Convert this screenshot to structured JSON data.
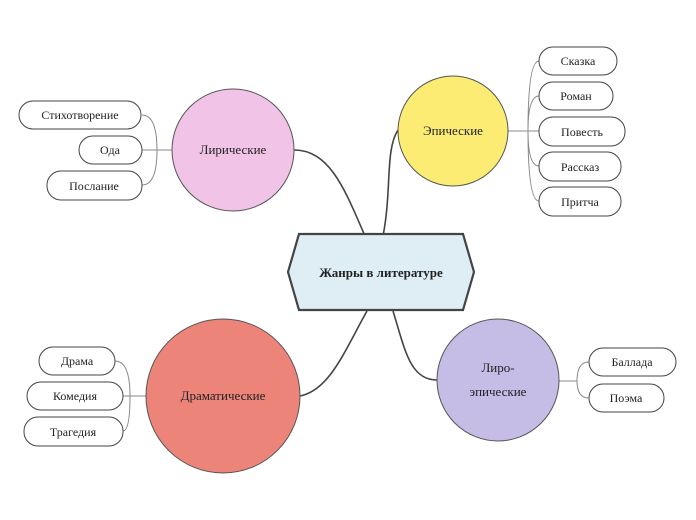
{
  "center": {
    "label": "Жанры  в  литературе",
    "fill": "#dfeef5",
    "stroke": "#444444"
  },
  "categories": [
    {
      "id": "lyric",
      "label": "Лирические",
      "fill": "#f1c3e6",
      "leaves": [
        "Стихотворение",
        "Ода",
        "Послание"
      ]
    },
    {
      "id": "epic",
      "label": "Эпические",
      "fill": "#fcec74",
      "leaves": [
        "Сказка",
        "Роман",
        "Повесть",
        "Рассказ",
        "Притча"
      ]
    },
    {
      "id": "drama",
      "label": "Драматические",
      "fill": "#ec8479",
      "leaves": [
        "Драма",
        "Комедия",
        "Трагедия"
      ]
    },
    {
      "id": "lyroepic",
      "label_lines": [
        "Лиро-",
        "эпические"
      ],
      "fill": "#c5bde6",
      "leaves": [
        "Баллада",
        "Поэма"
      ]
    }
  ],
  "colors": {
    "connector": "#444444",
    "leaf_stroke": "#444444",
    "leaf_fill": "#ffffff",
    "bracket": "#888888"
  }
}
